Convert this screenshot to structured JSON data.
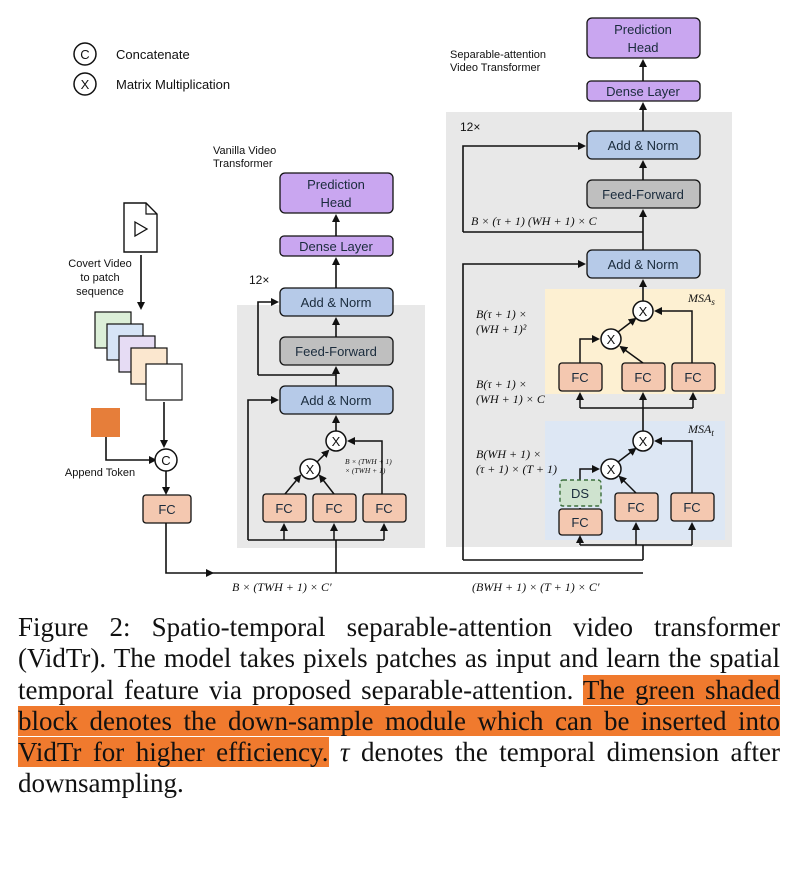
{
  "legend": {
    "concat_symbol": "C",
    "concat_label": "Concatenate",
    "matmul_symbol": "X",
    "matmul_label": "Matrix Multiplication"
  },
  "input": {
    "convert_label": [
      "Covert Video",
      "to patch",
      "sequence"
    ],
    "append_label": "Append Token",
    "fc_label": "FC",
    "concat_symbol": "C"
  },
  "vanilla": {
    "title": [
      "Vanilla Video",
      "Transformer"
    ],
    "repeat": "12×",
    "prediction_head": [
      "Prediction",
      "Head"
    ],
    "dense_layer": "Dense Layer",
    "add_norm_top": "Add & Norm",
    "feed_forward": "Feed-Forward",
    "add_norm_bottom": "Add & Norm",
    "fc": [
      "FC",
      "FC",
      "FC"
    ],
    "matmul": "X",
    "shape_note": [
      "B × (TWH + 1)",
      "× (TWH + 1)"
    ],
    "io_label": "B × (TWH + 1) × C′"
  },
  "separable": {
    "title": [
      "Separable-attention",
      "Video Transformer"
    ],
    "repeat": "12×",
    "prediction_head": [
      "Prediction",
      "Head"
    ],
    "dense_layer": "Dense Layer",
    "add_norm_top": "Add & Norm",
    "feed_forward": "Feed-Forward",
    "ff_shape": "B × (τ + 1) (WH + 1) × C",
    "add_norm_mid": "Add & Norm",
    "msa_s": "MSA",
    "msa_s_sub": "s",
    "msa_t": "MSA",
    "msa_t_sub": "t",
    "shape_s1": [
      "B(τ + 1) ×",
      "(WH + 1)²"
    ],
    "shape_s2": [
      "B(τ + 1) ×",
      "(WH + 1) × C"
    ],
    "shape_t": [
      "B(WH + 1) ×",
      "(τ + 1) × (T + 1)"
    ],
    "ds": "DS",
    "fc_s": [
      "FC",
      "FC",
      "FC"
    ],
    "fc_t": [
      "FC",
      "FC",
      "FC"
    ],
    "matmul": "X",
    "io_label": "(BWH + 1) × (T + 1) × C′"
  },
  "colors": {
    "purple": "#c9a6f0",
    "blue": "#b6cae8",
    "gray": "#bfbfbf",
    "orange": "#f4c8b0",
    "panel": "#e8e8e8",
    "yellow_region": "#fdf0d2",
    "blue_region": "#dde7f4",
    "ds_green": "#cfe3cf",
    "append_token": "#e67e3a",
    "highlight": "#f07a2e"
  },
  "caption": {
    "part1": "Figure 2: Spatio-temporal separable-attention video transformer (VidTr). The model takes pixels patches as input and learn the spatial temporal feature via proposed separable-attention. ",
    "highlight": "The green shaded block denotes the down-sample module which can be inserted into VidTr for higher efficiency.",
    "part2_tau": "τ",
    "part2": " denotes the temporal dimension after downsampling."
  }
}
